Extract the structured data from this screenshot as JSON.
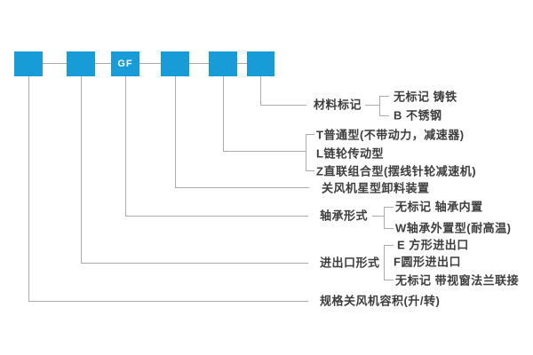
{
  "diagram": {
    "code_boxes": [
      "",
      "",
      "GF",
      "",
      "",
      ""
    ],
    "material": {
      "label": "材料标记",
      "options": [
        "无标记 铸铁",
        "B 不锈钢"
      ]
    },
    "drive_type": {
      "options": [
        "T普通型(不带动力，减速器)",
        "L链轮传动型",
        "Z直联组合型(摆线针轮减速机)"
      ]
    },
    "discharge": {
      "label": "关风机星型卸料装置"
    },
    "bearing": {
      "label": "轴承形式",
      "options": [
        "无标记 轴承内置",
        "W轴承外置型(耐高温)"
      ]
    },
    "ports": {
      "label": "进出口形式",
      "options": [
        "E 方形进出口",
        "F圆形进出口",
        "无标记 带视窗法兰联接"
      ]
    },
    "spec": {
      "label": "规格关风机容积(升/转)"
    }
  },
  "colors": {
    "box_fill": "#189cd8",
    "box_text": "#ffffff",
    "line": "#ababab",
    "text": "#3d3d3d"
  }
}
